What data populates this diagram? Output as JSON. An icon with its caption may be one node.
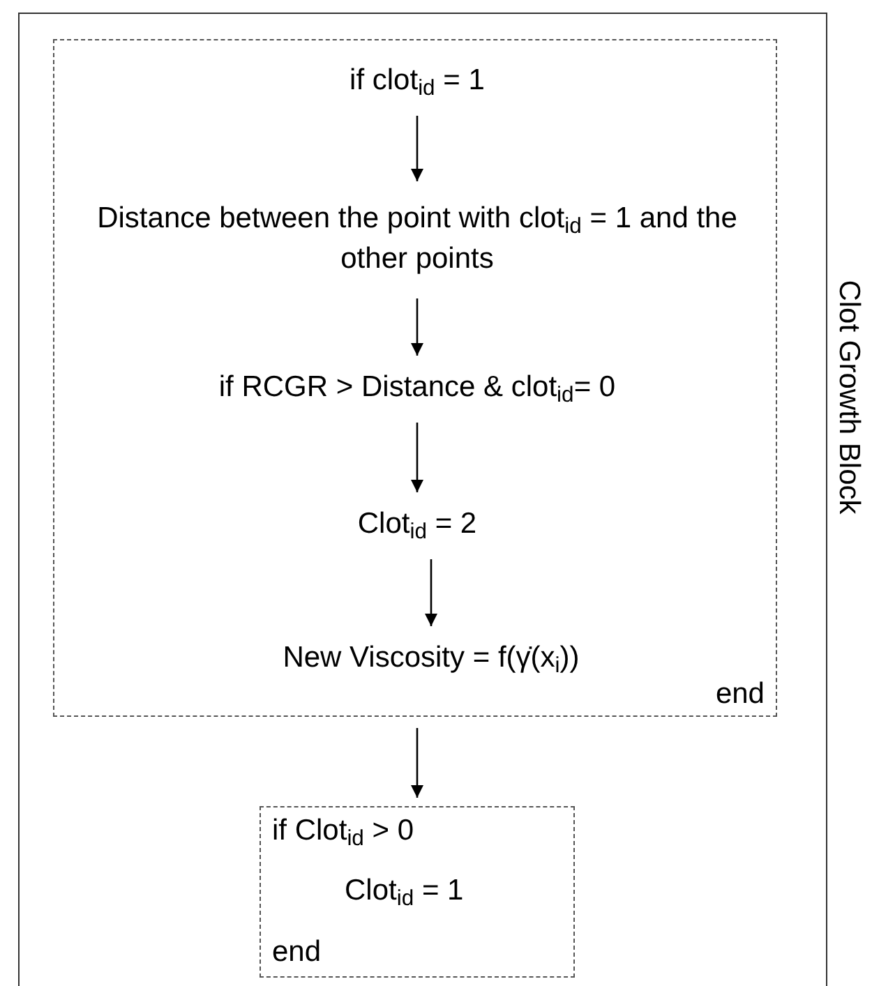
{
  "diagram": {
    "nodes": [
      {
        "text": [
          "Clot Growth Block"
        ]
      },
      {
        "text": [
          "end"
        ],
        "in": 0
      },
      {
        "text": [
          "if clot$_{id}$ = 1"
        ],
        "in": 1
      },
      {
        "text": [
          "Distance between the point with clot$_{id}$ = 1 and the other points"
        ],
        "in": 1
      },
      {
        "text": [
          "if RCGR > Distance & clot$_{id}$= 0"
        ],
        "in": 1
      },
      {
        "text": [
          "Clot$_{id}$ = 2"
        ],
        "in": 1
      },
      {
        "text": [
          "New Viscosity  = f(γ̇(x$_{i}$))"
        ],
        "in": 1
      },
      {
        "text": [
          "if Clot$_{id}$ > 0",
          "Clot$_{id}$ = 1",
          "end"
        ],
        "in": 0
      }
    ],
    "edges": [
      {
        "from": 2,
        "to": 3,
        "arrow": "to"
      },
      {
        "from": 3,
        "to": 4,
        "arrow": "to"
      },
      {
        "from": 4,
        "to": 5,
        "arrow": "to"
      },
      {
        "from": 5,
        "to": 6,
        "arrow": "to"
      },
      {
        "from": 1,
        "to": 7,
        "arrow": "to"
      }
    ]
  }
}
